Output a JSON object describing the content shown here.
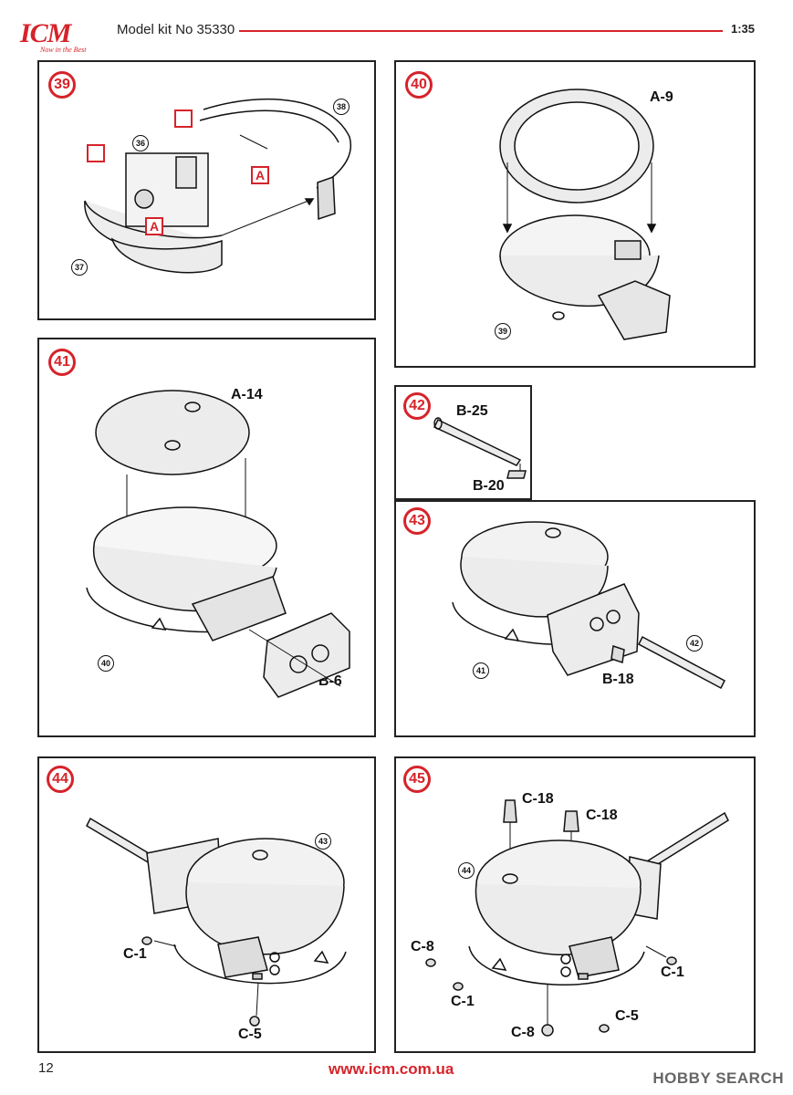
{
  "header": {
    "logo_text": "ICM",
    "logo_tagline": "Now in the Best",
    "kit_label": "Model kit No 35330",
    "scale": "1:35"
  },
  "steps": {
    "s39": {
      "number": "39",
      "refs": [
        "38",
        "36",
        "37"
      ],
      "paint_marks": [
        "A",
        "A"
      ]
    },
    "s40": {
      "number": "40",
      "part": "A-9",
      "ref": "39"
    },
    "s41": {
      "number": "41",
      "part_top": "A-14",
      "part_side": "B-6",
      "ref": "40"
    },
    "s42": {
      "number": "42",
      "part_a": "B-25",
      "part_b": "B-20"
    },
    "s43": {
      "number": "43",
      "part": "B-18",
      "ref_left": "41",
      "ref_right": "42"
    },
    "s44": {
      "number": "44",
      "ref": "43",
      "part_a": "C-1",
      "part_b": "C-5"
    },
    "s45": {
      "number": "45",
      "ref": "44",
      "part_top_left": "C-18",
      "part_top_right": "C-18",
      "part_left_top": "C-8",
      "part_left_bottom": "C-1",
      "part_bottom": "C-8",
      "part_right_bottom": "C-5",
      "part_right": "C-1"
    }
  },
  "footer": {
    "page": "12",
    "url": "www.icm.com.ua",
    "watermark": "HOBBY SEARCH"
  },
  "colors": {
    "accent": "#d6232a",
    "ink": "#111111",
    "fill": "#e3e3e3"
  }
}
